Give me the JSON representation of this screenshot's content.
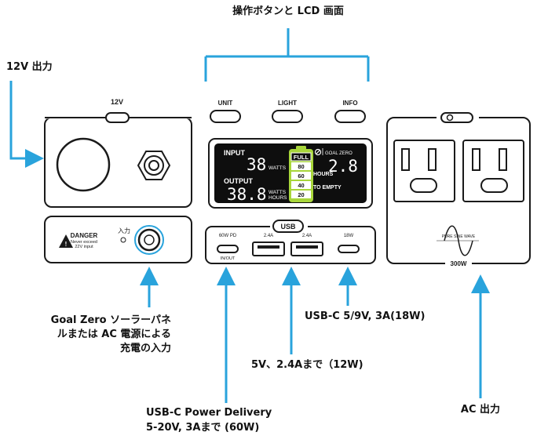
{
  "callouts": {
    "top": "操作ボタンと LCD 画面",
    "out12v": "12V 出力",
    "input_line1": "Goal Zero ソーラーパネ",
    "input_line2": "ルまたは AC 電源による",
    "input_line3": "充電の入力",
    "usbc18": "USB-C 5/9V, 3A(18W)",
    "usba": "5V、2.4Aまで（12W)",
    "pd_line1": "USB-C Power Delivery",
    "pd_line2": "5-20V, 3Aまで (60W)",
    "ac_out": "AC 出力"
  },
  "panel": {
    "label_12v": "12V",
    "danger_title": "DANGER",
    "danger_line1": "Never exceed",
    "danger_line2": "22V input",
    "input_label": "入力",
    "btn_unit": "UNIT",
    "btn_light": "LIGHT",
    "btn_info": "INFO",
    "usb_title": "USB",
    "port_pd": "60W  PD",
    "port_inout": "IN/OUT",
    "port_a1": "2.4A",
    "port_a2": "2.4A",
    "port_c18": "18W",
    "ac_wave": "PURE SINE WAVE",
    "ac_watts": "300W"
  },
  "lcd": {
    "input_label": "INPUT",
    "input_value": "38",
    "output_label": "OUTPUT",
    "output_value": "38.8",
    "watts": "WATTS",
    "hours": "HOURS",
    "brand": "GOAL ZERO",
    "time_value": "2.8",
    "time_label1": "HOURS",
    "time_label2": "TO EMPTY",
    "battery": [
      "FULL",
      "80",
      "60",
      "40",
      "20"
    ]
  },
  "colors": {
    "arrow": "#29a3dc",
    "stroke": "#1a1a1a",
    "lcd_bg": "#0e0e0e",
    "battery_green": "#a8d63b",
    "ring": "#29a3dc"
  }
}
